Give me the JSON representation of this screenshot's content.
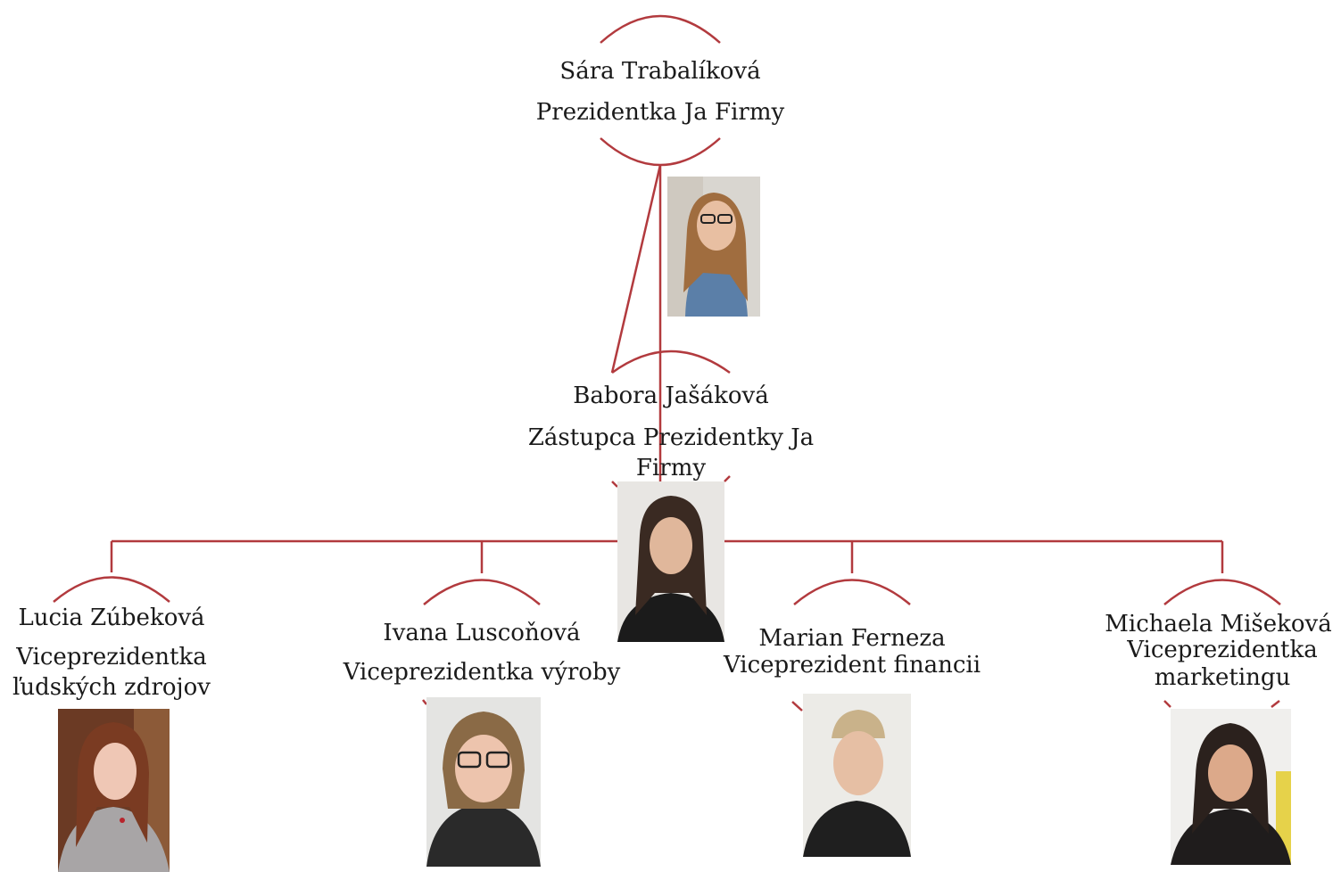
{
  "colors": {
    "line": "#b23a3e",
    "text": "#1a1a1a"
  },
  "people": [
    {
      "id": "president",
      "name": "Sára Trabalíková",
      "role": "Prezidentka Ja Firmy",
      "photo_icon": "person-photo-icon"
    },
    {
      "id": "vice-president-deputy",
      "name": "Babora Jašáková",
      "role": "Zástupca Prezidentky Ja Firmy",
      "photo_icon": "person-photo-icon"
    },
    {
      "id": "hr",
      "name": "Lucia Zúbeková",
      "role": "Viceprezidentka ľudských zdrojov",
      "photo_icon": "person-photo-icon"
    },
    {
      "id": "production",
      "name": "Ivana Luscoňová",
      "role": "Viceprezidentka výroby",
      "photo_icon": "person-photo-icon"
    },
    {
      "id": "finance",
      "name": "Marian Ferneza",
      "role": "Viceprezident financii",
      "photo_icon": "person-photo-icon"
    },
    {
      "id": "marketing",
      "name": "Michaela Mišeková",
      "role": "Viceprezidentka marketingu",
      "photo_icon": "person-photo-icon"
    }
  ]
}
